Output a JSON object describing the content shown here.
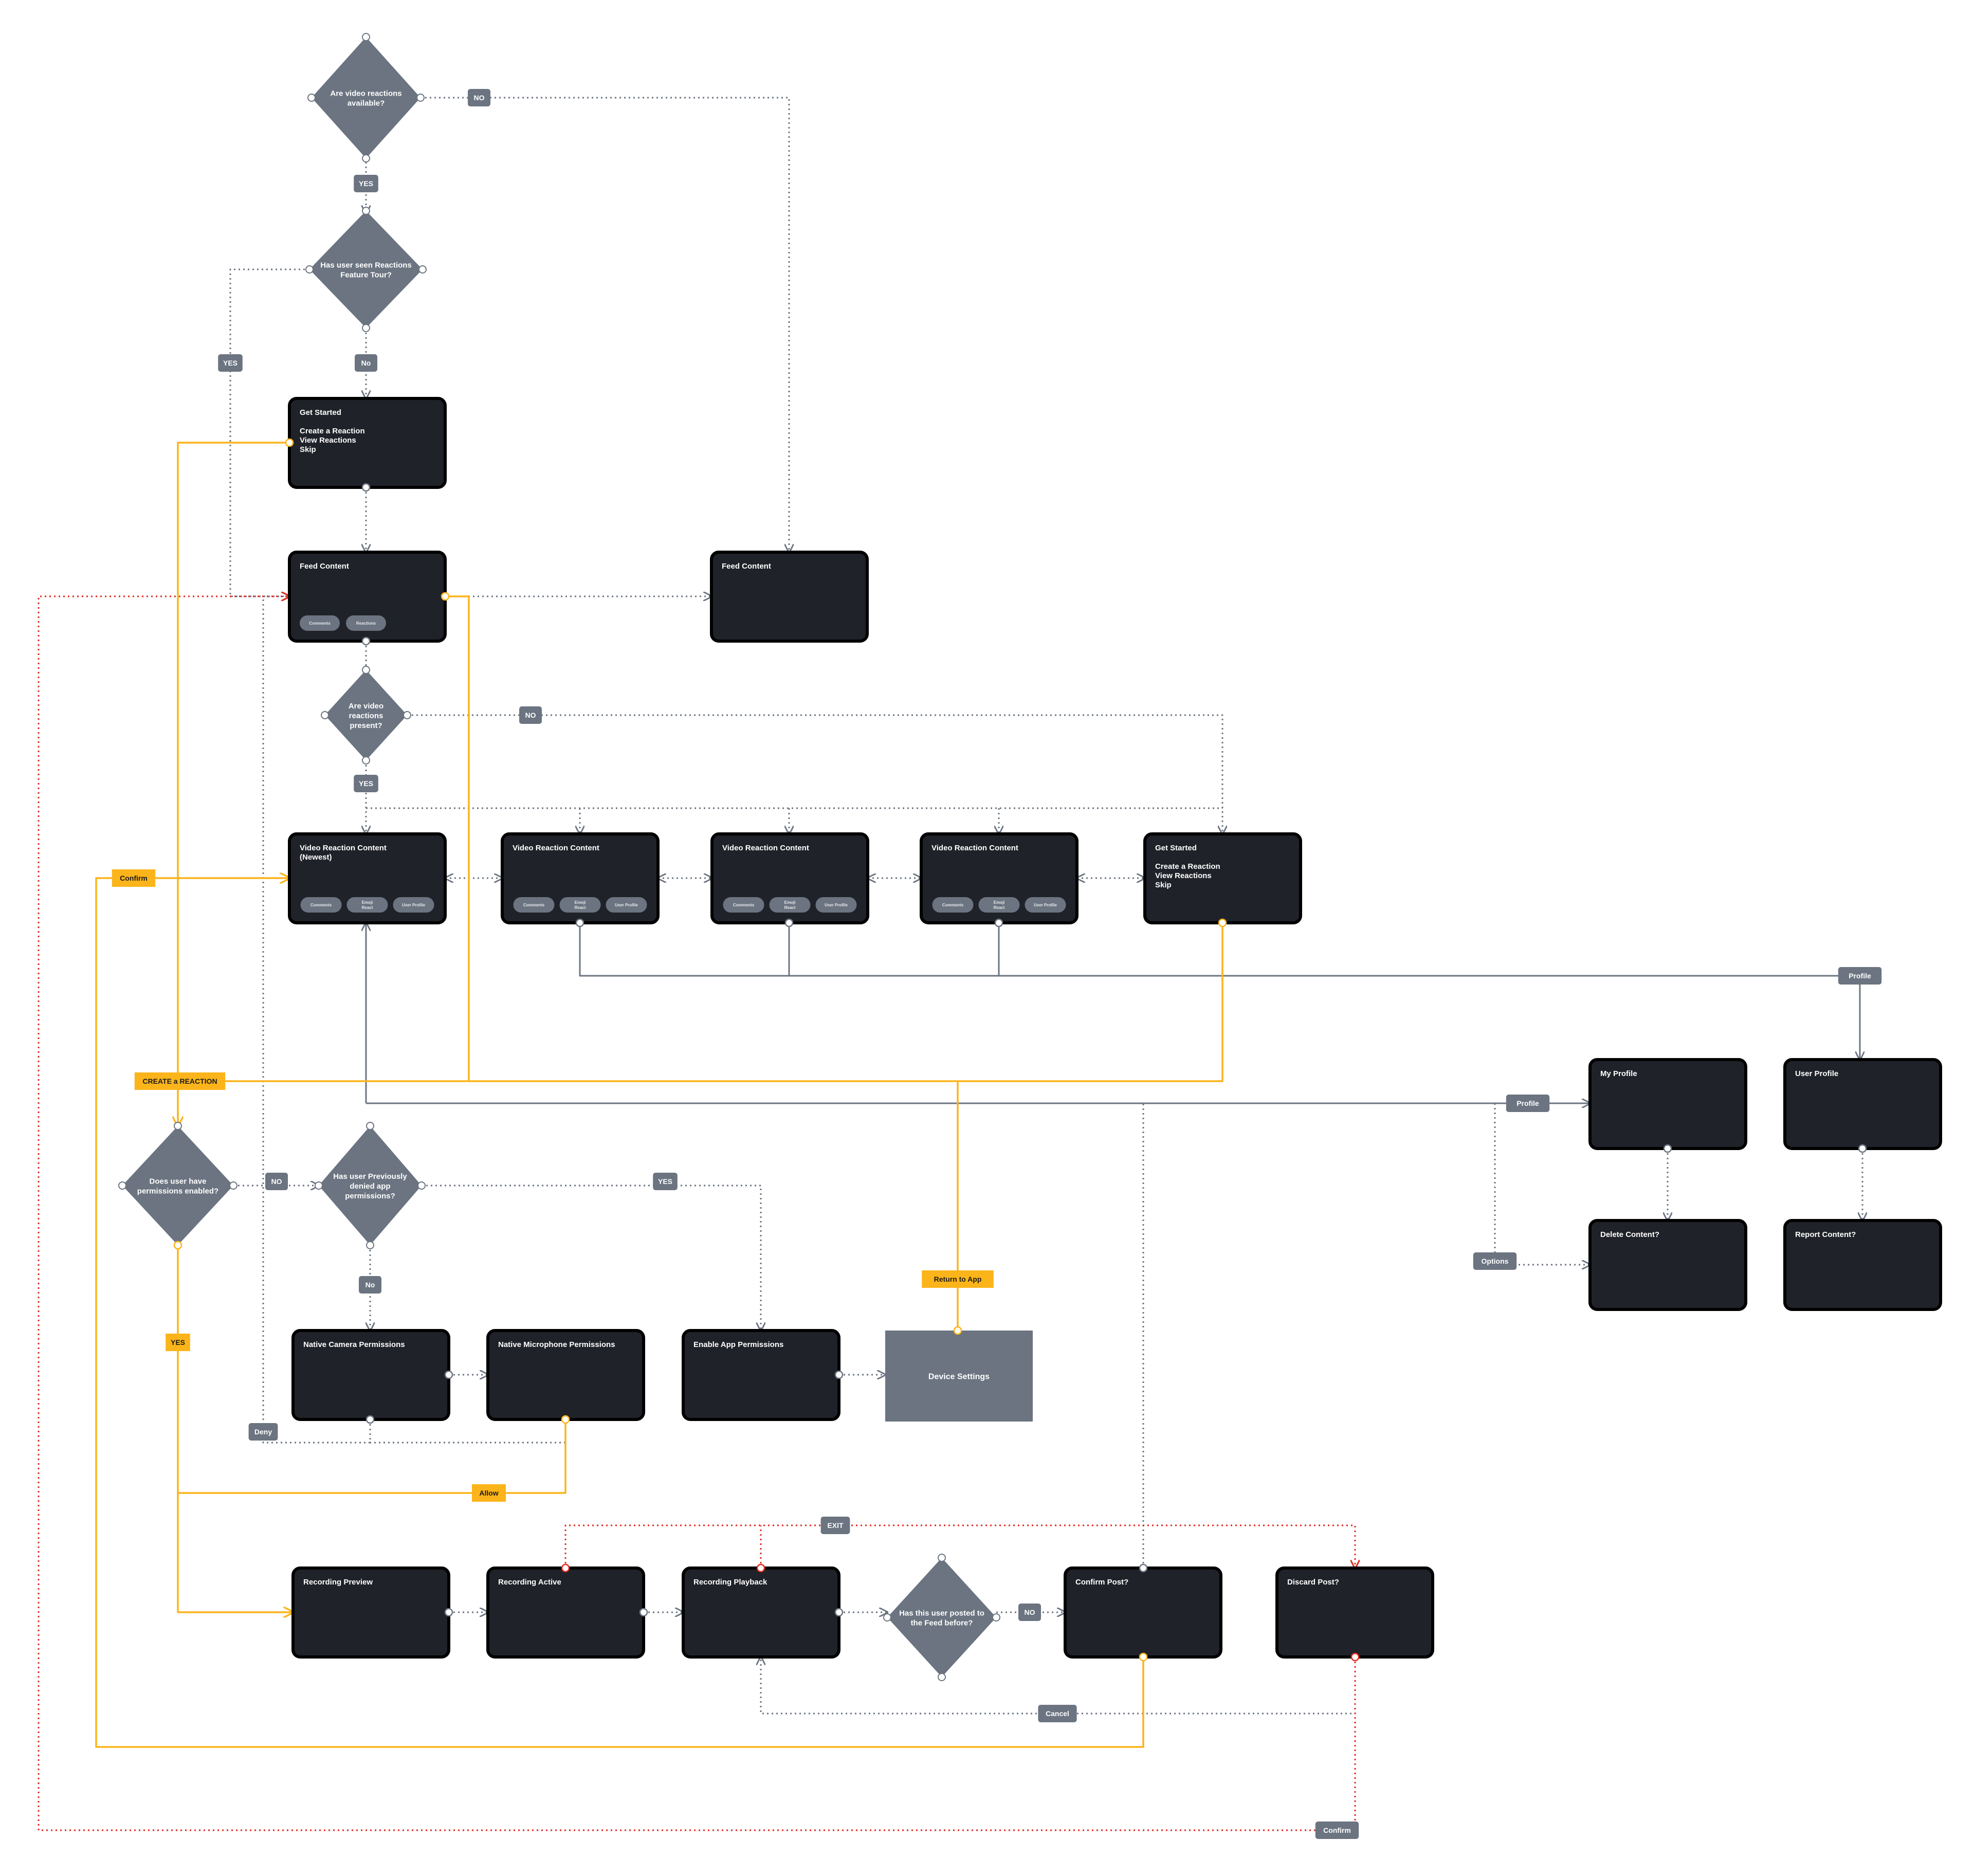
{
  "colors": {
    "card": "#202229",
    "card_border": "#000000",
    "decision": "#6b7480",
    "grey_tag": "#6b7480",
    "gold": "#fbb41a",
    "red": "#e2261c",
    "dotted_grey": "#6b7480",
    "solid_line": "#6b7480",
    "text_light": "#ffffff",
    "text_dark": "#1a1a1a"
  },
  "decisions": [
    {
      "id": "video-available",
      "lines": [
        "Are video reactions",
        "available?"
      ]
    },
    {
      "id": "seen-tour",
      "lines": [
        "Has user seen Reactions",
        "Feature Tour?"
      ]
    },
    {
      "id": "reactions-present",
      "lines": [
        "Are video",
        "reactions",
        "present?"
      ]
    },
    {
      "id": "permissions-enabled",
      "lines": [
        "Does user have",
        "permissions enabled?"
      ]
    },
    {
      "id": "previously-denied",
      "lines": [
        "Has user Previously",
        "denied app",
        "permissions?"
      ]
    },
    {
      "id": "posted-before",
      "lines": [
        "Has this user posted to",
        "the Feed before?"
      ]
    }
  ],
  "cards": [
    {
      "id": "get-started-1",
      "lines": [
        "Get Started",
        "",
        "Create a Reaction",
        "View Reactions",
        "Skip"
      ]
    },
    {
      "id": "feed-content-1",
      "lines": [
        "Feed Content"
      ],
      "buttons": [
        "Comments",
        "Reactions"
      ]
    },
    {
      "id": "feed-content-2",
      "lines": [
        "Feed Content"
      ]
    },
    {
      "id": "video-reaction-newest",
      "lines": [
        "Video Reaction Content",
        "(Newest)"
      ],
      "buttons": [
        "Comments",
        "Emoji React",
        "User Profile"
      ]
    },
    {
      "id": "video-reaction-2",
      "lines": [
        "Video Reaction Content"
      ],
      "buttons": [
        "Comments",
        "Emoji React",
        "User Profile"
      ]
    },
    {
      "id": "video-reaction-3",
      "lines": [
        "Video Reaction Content"
      ],
      "buttons": [
        "Comments",
        "Emoji React",
        "User Profile"
      ]
    },
    {
      "id": "video-reaction-4",
      "lines": [
        "Video Reaction Content"
      ],
      "buttons": [
        "Comments",
        "Emoji React",
        "User Profile"
      ]
    },
    {
      "id": "get-started-2",
      "lines": [
        "Get Started",
        "",
        "Create a Reaction",
        "View Reactions",
        "Skip"
      ]
    },
    {
      "id": "my-profile",
      "lines": [
        "My Profile"
      ]
    },
    {
      "id": "user-profile",
      "lines": [
        "User Profile"
      ]
    },
    {
      "id": "delete-content",
      "lines": [
        "Delete Content?"
      ]
    },
    {
      "id": "report-content",
      "lines": [
        "Report Content?"
      ]
    },
    {
      "id": "native-camera",
      "lines": [
        "Native Camera Permissions"
      ]
    },
    {
      "id": "native-microphone",
      "lines": [
        "Native Microphone Permissions"
      ]
    },
    {
      "id": "enable-app-permissions",
      "lines": [
        "Enable App Permissions"
      ]
    },
    {
      "id": "device-settings",
      "lines": [
        "Device Settings"
      ]
    },
    {
      "id": "recording-preview",
      "lines": [
        "Recording Preview"
      ]
    },
    {
      "id": "recording-active",
      "lines": [
        "Recording Active"
      ]
    },
    {
      "id": "recording-playback",
      "lines": [
        "Recording Playback"
      ]
    },
    {
      "id": "confirm-post",
      "lines": [
        "Confirm Post?"
      ]
    },
    {
      "id": "discard-post",
      "lines": [
        "Discard Post?"
      ]
    }
  ],
  "tags": [
    {
      "id": "no-1",
      "text": "NO",
      "style": "grey"
    },
    {
      "id": "yes-1",
      "text": "YES",
      "style": "grey"
    },
    {
      "id": "yes-2",
      "text": "YES",
      "style": "grey"
    },
    {
      "id": "no-2",
      "text": "No",
      "style": "grey"
    },
    {
      "id": "no-3",
      "text": "NO",
      "style": "grey"
    },
    {
      "id": "yes-3",
      "text": "YES",
      "style": "grey"
    },
    {
      "id": "confirm-1",
      "text": "Confirm",
      "style": "gold"
    },
    {
      "id": "profile-1",
      "text": "Profile",
      "style": "grey"
    },
    {
      "id": "create-reaction",
      "text": "CREATE a REACTION",
      "style": "gold"
    },
    {
      "id": "profile-2",
      "text": "Profile",
      "style": "grey"
    },
    {
      "id": "no-4",
      "text": "NO",
      "style": "grey"
    },
    {
      "id": "yes-4",
      "text": "YES",
      "style": "grey"
    },
    {
      "id": "options",
      "text": "Options",
      "style": "grey"
    },
    {
      "id": "no-5",
      "text": "No",
      "style": "grey"
    },
    {
      "id": "return-to-app",
      "text": "Return to App",
      "style": "gold"
    },
    {
      "id": "yes-5",
      "text": "YES",
      "style": "gold"
    },
    {
      "id": "deny",
      "text": "Deny",
      "style": "grey"
    },
    {
      "id": "allow",
      "text": "Allow",
      "style": "gold"
    },
    {
      "id": "exit",
      "text": "EXIT",
      "style": "grey"
    },
    {
      "id": "no-6",
      "text": "NO",
      "style": "grey"
    },
    {
      "id": "cancel",
      "text": "Cancel",
      "style": "grey"
    },
    {
      "id": "confirm-2",
      "text": "Confirm",
      "style": "grey"
    }
  ]
}
